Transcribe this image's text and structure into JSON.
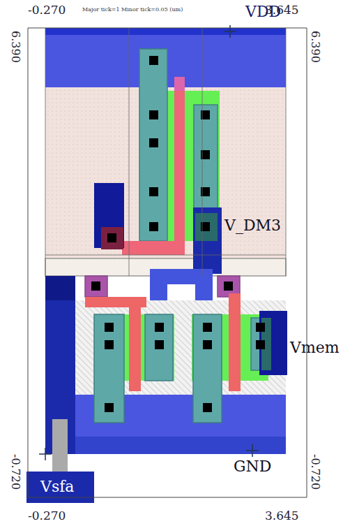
{
  "diagram": {
    "labels": [
      "-0.270",
      "Major tick=1 Minor tick=0.05 (um)",
      "VDD",
      "3.645",
      "6.390",
      "6.390",
      "V_DM3",
      "Vmem",
      "GND",
      "-0.720",
      "-0.720",
      "-0.270",
      "Vsfa",
      "3.645"
    ]
  }
}
